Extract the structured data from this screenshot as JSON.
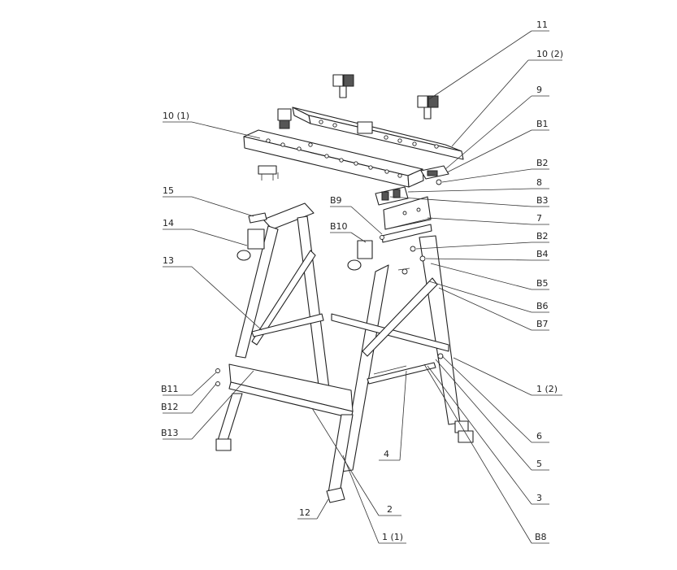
{
  "labels": {
    "p11": "11",
    "p10_2": "10 (2)",
    "p9": "9",
    "b1": "B1",
    "b2_top": "B2",
    "p8": "8",
    "b3": "B3",
    "p7": "7",
    "b2_mid": "B2",
    "b4": "B4",
    "b5": "B5",
    "b6": "B6",
    "b7": "B7",
    "p1_2": "1 (2)",
    "p6": "6",
    "p5": "5",
    "p3": "3",
    "b8": "B8",
    "p10_1": "10 (1)",
    "p15": "15",
    "p14": "14",
    "b9": "B9",
    "b10": "B10",
    "p13": "13",
    "b11": "B11",
    "b12": "B12",
    "b13": "B13",
    "p4": "4",
    "p2": "2",
    "p12": "12",
    "p1_1": "1 (1)"
  }
}
